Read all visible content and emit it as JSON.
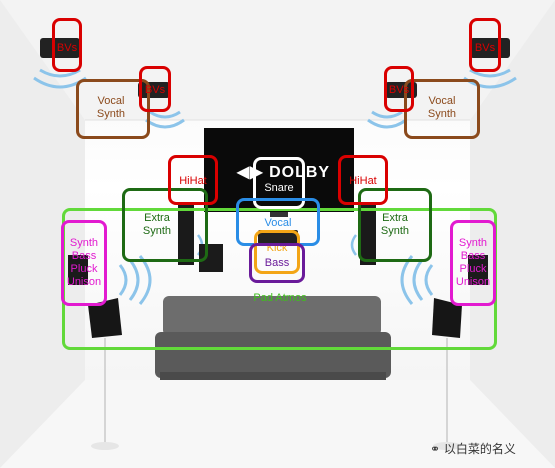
{
  "brand": "DOLBY",
  "watermark": "以白菜的名义",
  "labels": {
    "bvs_left": "BVs",
    "bvs_right": "BVs",
    "vocal_synth_left": "Vocal\nSynth",
    "vocal_synth_right": "Vocal\nSynth",
    "bvs_small_left": "BVs",
    "bvs_small_right": "BVs",
    "hihat_left": "HiHat",
    "hihat_right": "HiHat",
    "snare": "Snare",
    "extra_synth_left": "Extra\nSynth",
    "extra_synth_right": "Extra\nSynth",
    "vocal": "Vocal",
    "kick": "Kick",
    "bass": "Bass",
    "pad_atmos": "Pad Atmos",
    "synth_left": "Synth\nBass\nPluck\nUnison",
    "synth_right": "Synth\nBass\nPluck\nUnison"
  },
  "colors": {
    "red": "#d90000",
    "brown": "#8b4a1c",
    "dark_green": "#1e6a14",
    "light_green": "#62d93a",
    "magenta": "#e21ad0",
    "blue": "#2a8de6",
    "orange": "#f3a516",
    "purple": "#6a1b9a"
  }
}
